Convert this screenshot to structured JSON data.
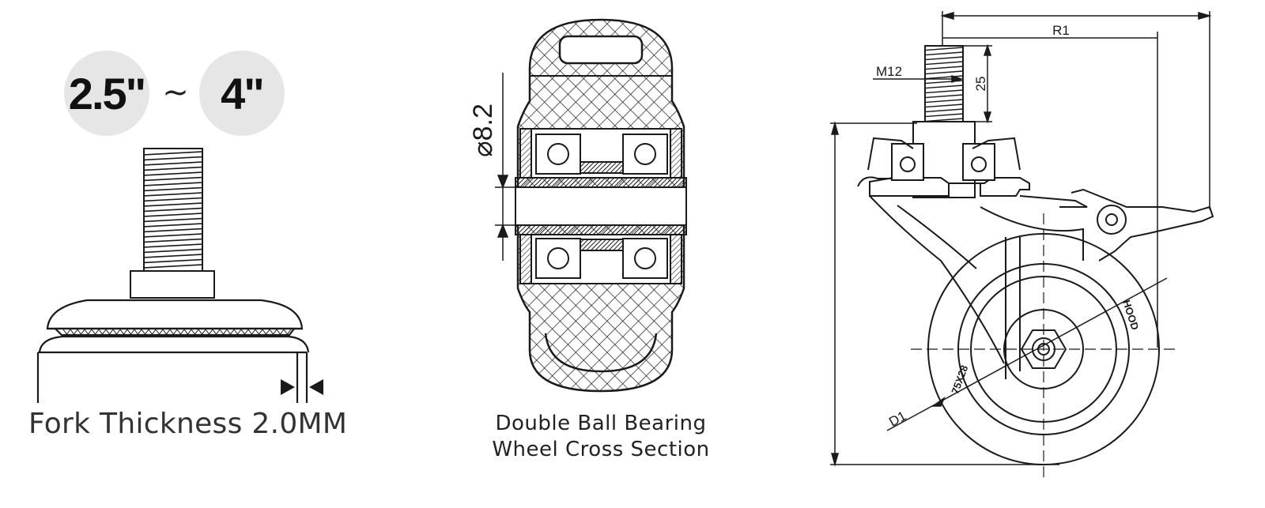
{
  "size_badges": {
    "min": "2.5\"",
    "max": "4\"",
    "separator": "~"
  },
  "fork_caption": "Fork Thickness 2.0MM",
  "bearing_caption": {
    "line1": "Double Ball Bearing",
    "line2": "Wheel Cross Section"
  },
  "bearing_dimension": "⌀8.2",
  "caster_labels": {
    "r1": "R1",
    "thread": "M12",
    "stem_length": "25",
    "wheel_size": "75X28",
    "brand": "HOOD",
    "d1": "D1"
  },
  "colors": {
    "line": "#1a1a1a",
    "badge": "#e6e6e6"
  }
}
